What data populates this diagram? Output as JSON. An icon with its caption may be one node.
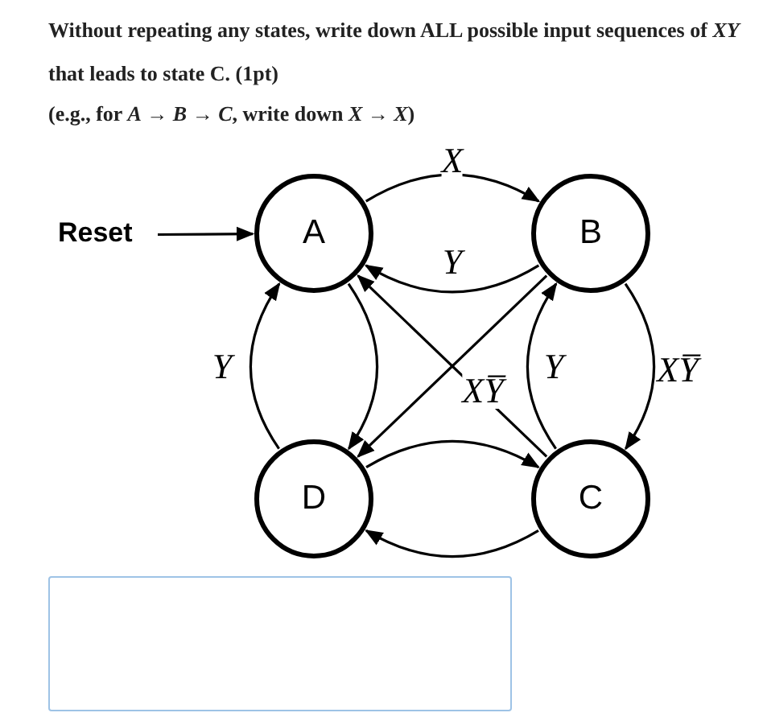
{
  "diagram": {
    "title": "Without repeating any states, write down ALL possible input sequences of *XY* that leads to state C. (1pt)",
    "caption": "(e.g., for *A* → *B* → *C*, write down *X* → *X*)",
    "nodes": [
      {
        "text": [
          "Reset"
        ]
      },
      {
        "text": [
          "A"
        ]
      },
      {
        "text": [
          "B"
        ]
      },
      {
        "text": [
          "D"
        ]
      },
      {
        "text": [
          "C"
        ]
      }
    ],
    "edges": [
      {
        "from": 0,
        "to": 1,
        "arrow": "to"
      },
      {
        "from": 1,
        "to": 2,
        "arrow": "to",
        "label": "X"
      },
      {
        "from": 2,
        "to": 1,
        "arrow": "to",
        "label": "Y"
      },
      {
        "from": 3,
        "to": 1,
        "arrow": "to",
        "label": "Y"
      },
      {
        "from": 1,
        "to": 3,
        "arrow": "to"
      },
      {
        "from": 4,
        "to": 2,
        "arrow": "to",
        "label": "Y"
      },
      {
        "from": 2,
        "to": 4,
        "arrow": "to",
        "label": "XY̅"
      },
      {
        "from": 4,
        "to": 1,
        "arrow": "to",
        "label": "XY̅"
      },
      {
        "from": 2,
        "to": 3,
        "arrow": "to"
      },
      {
        "from": 3,
        "to": 4,
        "arrow": "to"
      },
      {
        "from": 4,
        "to": 3,
        "arrow": "to"
      }
    ]
  }
}
